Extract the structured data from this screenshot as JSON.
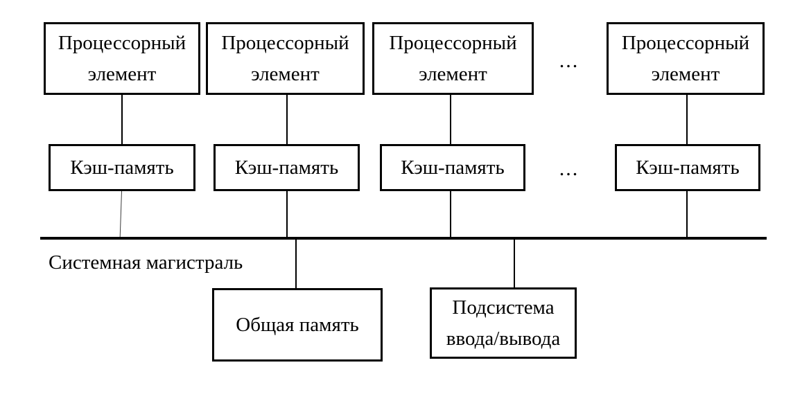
{
  "colors": {
    "background": "#ffffff",
    "line": "#000000",
    "text": "#000000"
  },
  "diagram": {
    "processor_elements": [
      {
        "label": "Процессорный элемент"
      },
      {
        "label": "Процессорный элемент"
      },
      {
        "label": "Процессорный элемент"
      },
      {
        "label": "Процессорный элемент"
      }
    ],
    "cache_boxes": [
      {
        "label": "Кэш-память"
      },
      {
        "label": "Кэш-память"
      },
      {
        "label": "Кэш-память"
      },
      {
        "label": "Кэш-память"
      }
    ],
    "ellipsis_processors": "...",
    "ellipsis_caches": "...",
    "bus": {
      "label": "Системная магистраль"
    },
    "shared_memory": {
      "label": "Общая память"
    },
    "io_subsystem": {
      "label": "Подсистема ввода/вывода"
    }
  }
}
